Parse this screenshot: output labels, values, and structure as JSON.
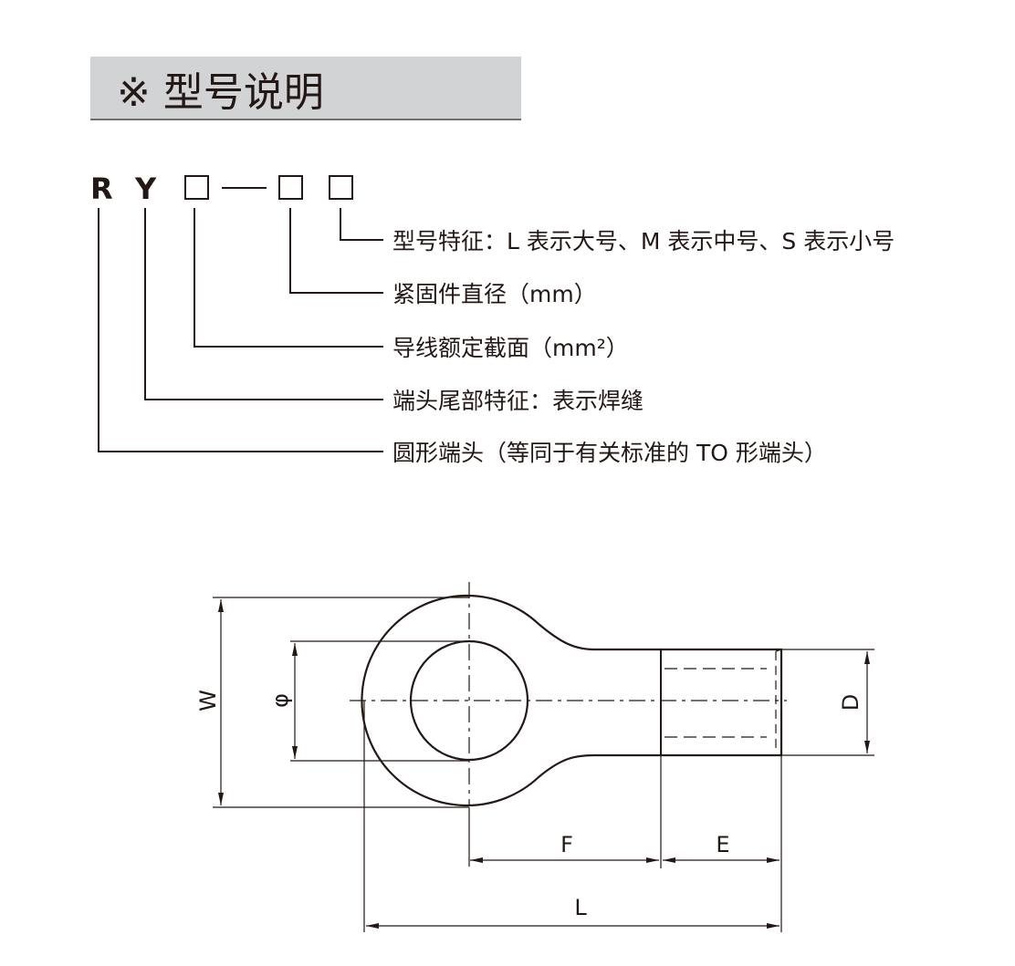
{
  "header": {
    "title": "※ 型号说明",
    "background_color": "#d2d3d5"
  },
  "code": {
    "letter1": "R",
    "letter2": "Y",
    "dash": "—"
  },
  "legend": [
    "型号特征：L 表示大号、M 表示中号、S 表示小号",
    "紧固件直径（mm）",
    "导线额定截面（mm²）",
    "端头尾部特征：表示焊缝",
    "圆形端头（等同于有关标准的 TO 形端头）"
  ],
  "drawing": {
    "labels": {
      "W": "W",
      "phi": "φ",
      "D": "D",
      "F": "F",
      "E": "E",
      "L": "L"
    }
  }
}
